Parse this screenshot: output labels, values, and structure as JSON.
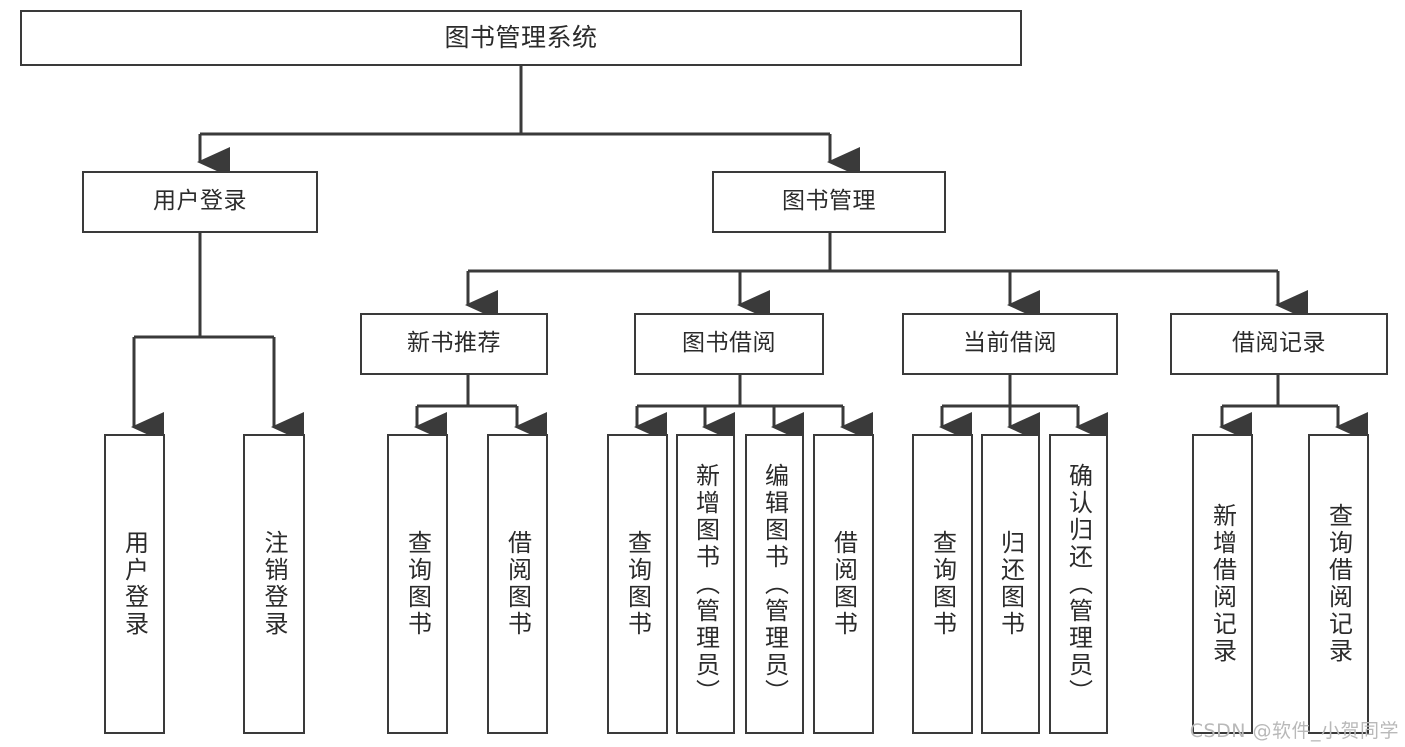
{
  "diagram": {
    "title": "图书管理系统",
    "type": "tree-hierarchy-chart",
    "watermark": "CSDN @软件_小贺同学",
    "colors": {
      "stroke": "#3a3a3a",
      "text": "#2b2b2b",
      "background": "#ffffff",
      "watermark": "#b9b9b9"
    }
  },
  "nodes": {
    "root": {
      "label": "图书管理系统"
    },
    "level1": [
      {
        "id": "user-login",
        "label": "用户登录"
      },
      {
        "id": "book-manage",
        "label": "图书管理"
      }
    ],
    "level2": [
      {
        "id": "new-book-recommend",
        "label": "新书推荐"
      },
      {
        "id": "book-borrow",
        "label": "图书借阅"
      },
      {
        "id": "current-borrow",
        "label": "当前借阅"
      },
      {
        "id": "borrow-record",
        "label": "借阅记录"
      }
    ],
    "leaves": {
      "user-login": [
        {
          "id": "leaf-user-login",
          "label": "用户登录"
        },
        {
          "id": "leaf-logout",
          "label": "注销登录"
        }
      ],
      "new-book-recommend": [
        {
          "id": "leaf-query-book-1",
          "label": "查询图书"
        },
        {
          "id": "leaf-borrow-book-1",
          "label": "借阅图书"
        }
      ],
      "book-borrow": [
        {
          "id": "leaf-query-book-2",
          "label": "查询图书"
        },
        {
          "id": "leaf-add-book",
          "label": "新增图书（管理员）"
        },
        {
          "id": "leaf-edit-book",
          "label": "编辑图书（管理员）"
        },
        {
          "id": "leaf-borrow-book-2",
          "label": "借阅图书"
        }
      ],
      "current-borrow": [
        {
          "id": "leaf-query-book-3",
          "label": "查询图书"
        },
        {
          "id": "leaf-return-book",
          "label": "归还图书"
        },
        {
          "id": "leaf-confirm-return",
          "label": "确认归还（管理员）"
        }
      ],
      "borrow-record": [
        {
          "id": "leaf-add-record",
          "label": "新增借阅记录"
        },
        {
          "id": "leaf-query-record",
          "label": "查询借阅记录"
        }
      ]
    }
  }
}
